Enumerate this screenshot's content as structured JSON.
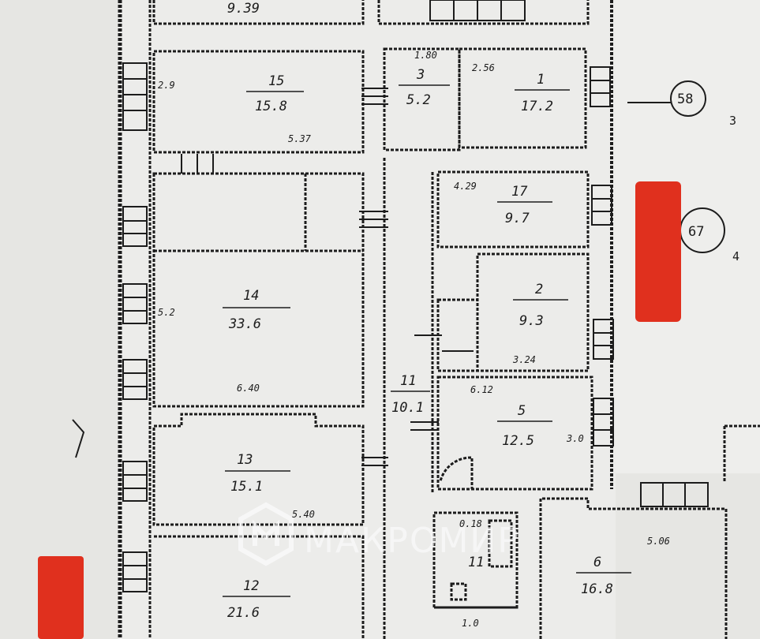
{
  "rooms": {
    "r_top_left": {
      "area": "9.39"
    },
    "r15": {
      "number": "15",
      "area": "15.8",
      "dim_bottom": "5.37",
      "dim_side": "2.9"
    },
    "r3": {
      "number": "3",
      "area": "5.2",
      "dim_top": "1.80"
    },
    "r1": {
      "number": "1",
      "area": "17.2",
      "dim_top": "2.56"
    },
    "r14": {
      "number": "14",
      "area": "33.6",
      "dim_bottom": "6.40",
      "dim_side": "5.2"
    },
    "r17": {
      "number": "17",
      "area": "9.7",
      "dim_top": "4.29"
    },
    "r2": {
      "number": "2",
      "area": "9.3",
      "dim_bottom": "3.24"
    },
    "r11": {
      "number": "11",
      "area": "10.1"
    },
    "r5": {
      "number": "5",
      "area": "12.5",
      "dim_top": "6.12",
      "dim_side": "3.0"
    },
    "r13": {
      "number": "13",
      "area": "15.1",
      "dim_bottom": "5.40"
    },
    "r12": {
      "number": "12",
      "area": "21.6"
    },
    "r6": {
      "number": "6",
      "area": "16.8",
      "dim_top": "5.06"
    },
    "r_wc": {
      "number": "11",
      "dim_top": "0.18",
      "area": "1.0"
    }
  },
  "tags": {
    "t58": {
      "label": "58",
      "sub": "3"
    },
    "t67": {
      "label": "67",
      "sub": "4"
    }
  },
  "watermark": {
    "text": "МАКРОМИР"
  },
  "colors": {
    "paper": "#e6e6e3",
    "ink": "#1c1c1c",
    "marker": "#e0301e"
  }
}
